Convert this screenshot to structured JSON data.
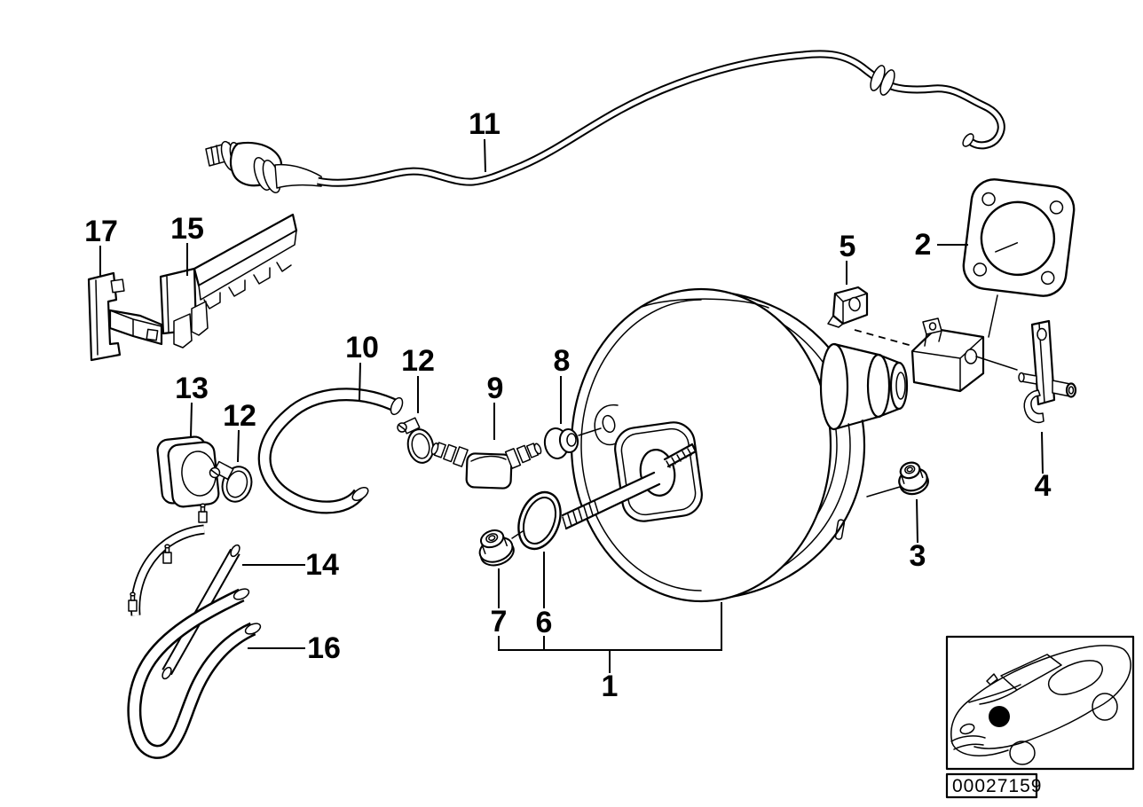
{
  "diagram": {
    "background_color": "#ffffff",
    "line_color": "#000000",
    "callouts": {
      "p1": "1",
      "p2": "2",
      "p3": "3",
      "p4": "4",
      "p5": "5",
      "p6": "6",
      "p7": "7",
      "p8": "8",
      "p9": "9",
      "p10": "10",
      "p11": "11",
      "p12_left": "12",
      "p12_mid": "12",
      "p13": "13",
      "p14": "14",
      "p15": "15",
      "p16": "16",
      "p17": "17"
    },
    "inset": {
      "icon": "car-location-inset",
      "diagram_code": "00027159"
    }
  }
}
